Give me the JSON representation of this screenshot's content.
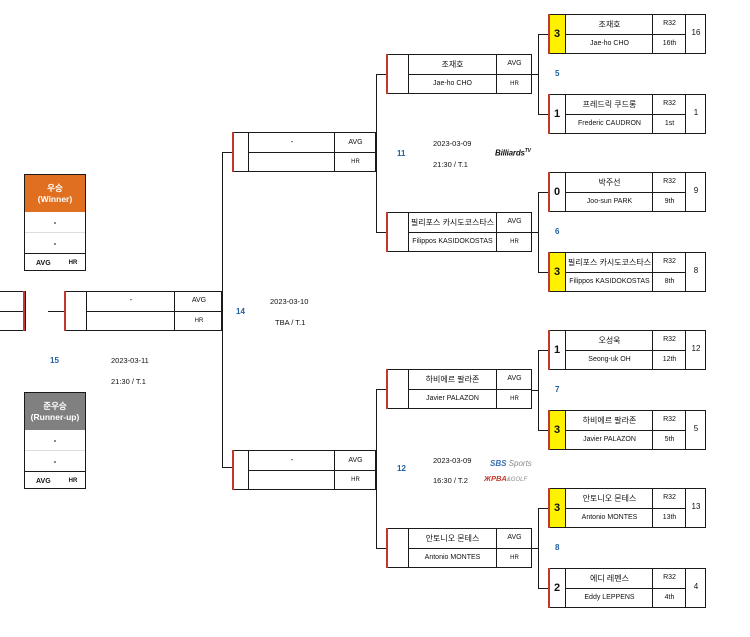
{
  "winner": {
    "title": "우승",
    "subtitle": "(Winner)",
    "line1": "-",
    "line2": "-",
    "avg": "AVG",
    "hr": "HR",
    "color": "#e07020"
  },
  "runnerup": {
    "title": "준우승",
    "subtitle": "(Runner-up)",
    "line1": "-",
    "line2": "-",
    "avg": "AVG",
    "hr": "HR",
    "color": "#808080"
  },
  "final": {
    "match_no": "15",
    "date": "2023-03-11",
    "time": "21:30 /  T.1",
    "name": "-",
    "avg": "AVG",
    "hr": "HR"
  },
  "semi": [
    {
      "match_no": "14",
      "date": "2023-03-10",
      "time": "TBA /  T.1"
    }
  ],
  "quarter": [
    {
      "match_no": "11",
      "date": "2023-03-09",
      "time": "21:30 /  T.1",
      "name": "-",
      "avg": "AVG",
      "hr": "HR",
      "broadcaster": "Billiards TV"
    },
    {
      "match_no": "12",
      "date": "2023-03-09",
      "time": "16:30 /  T.2",
      "name": "-",
      "avg": "AVG",
      "hr": "HR",
      "broadcaster": "SBS Sports / PBA & GOLF"
    }
  ],
  "r16_players": [
    {
      "kr": "조재호",
      "en": "Jae-ho CHO",
      "avg": "AVG",
      "hr": "HR"
    },
    {
      "kr": "필리포스 카시도코스타스",
      "en": "Filippos KASIDOKOSTAS",
      "avg": "AVG",
      "hr": "HR"
    },
    {
      "kr": "하비에르 팔라존",
      "en": "Javier PALAZON",
      "avg": "AVG",
      "hr": "HR"
    },
    {
      "kr": "안토니오 몬테스",
      "en": "Antonio MONTES",
      "avg": "AVG",
      "hr": "HR"
    }
  ],
  "r32_matches": [
    {
      "match_no": "5",
      "top": {
        "score": "3",
        "kr": "조재호",
        "en": "Jae-ho CHO",
        "round": "R32",
        "rank": "16th",
        "seed": "16",
        "winner": true
      },
      "bottom": {
        "score": "1",
        "kr": "프레드릭 쿠드롱",
        "en": "Frederic CAUDRON",
        "round": "R32",
        "rank": "1st",
        "seed": "1",
        "winner": false
      }
    },
    {
      "match_no": "6",
      "top": {
        "score": "0",
        "kr": "박주선",
        "en": "Joo-sun PARK",
        "round": "R32",
        "rank": "9th",
        "seed": "9",
        "winner": false
      },
      "bottom": {
        "score": "3",
        "kr": "필리포스 카시도코스타스",
        "en": "Filippos KASIDOKOSTAS",
        "round": "R32",
        "rank": "8th",
        "seed": "8",
        "winner": true
      }
    },
    {
      "match_no": "7",
      "top": {
        "score": "1",
        "kr": "오성욱",
        "en": "Seong-uk OH",
        "round": "R32",
        "rank": "12th",
        "seed": "12",
        "winner": false
      },
      "bottom": {
        "score": "3",
        "kr": "하비에르 팔라존",
        "en": "Javier PALAZON",
        "round": "R32",
        "rank": "5th",
        "seed": "5",
        "winner": true
      }
    },
    {
      "match_no": "8",
      "top": {
        "score": "3",
        "kr": "안토니오 몬테스",
        "en": "Antonio MONTES",
        "round": "R32",
        "rank": "13th",
        "seed": "13",
        "winner": true
      },
      "bottom": {
        "score": "2",
        "kr": "에디 레펜스",
        "en": "Eddy LEPPENS",
        "round": "R32",
        "rank": "4th",
        "seed": "4",
        "winner": false
      }
    }
  ],
  "sf_slot": {
    "name": "-",
    "avg": "AVG",
    "hr": "HR"
  },
  "colors": {
    "seed_highlight": "#fff200",
    "match_number": "#1f5fa0",
    "connector": "#c0392b"
  }
}
